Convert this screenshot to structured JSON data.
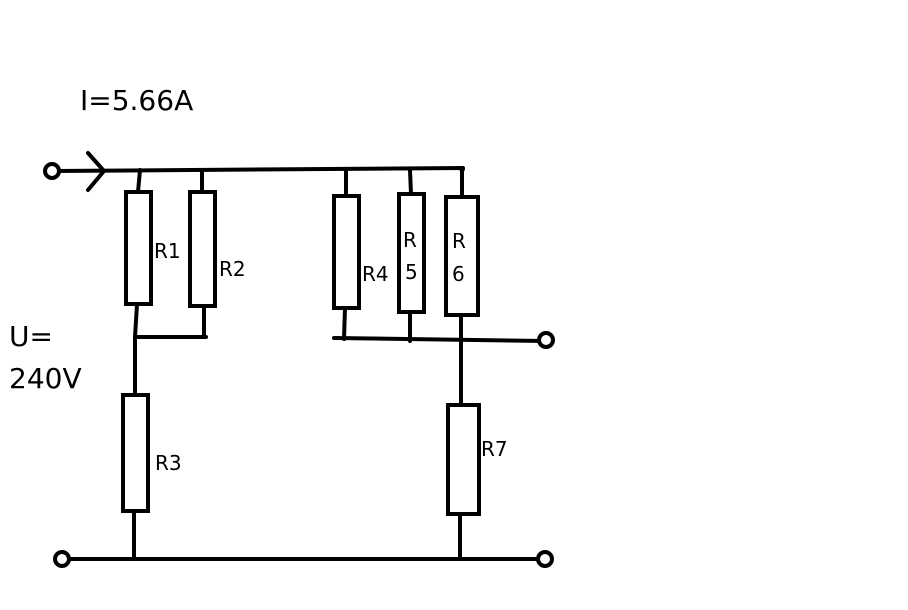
{
  "current_label": "I=5.66A",
  "voltage_label": {
    "line1": "U=",
    "line2": "240V"
  },
  "resistors": {
    "r1": "R1",
    "r2": "R2",
    "r3": "R3",
    "r4": "R4",
    "r5_line1": "R",
    "r5_line2": "5",
    "r6_line1": "R",
    "r6_line2": "6",
    "r7": "R7"
  },
  "colors": {
    "ink": "#000000",
    "background": "#ffffff"
  }
}
